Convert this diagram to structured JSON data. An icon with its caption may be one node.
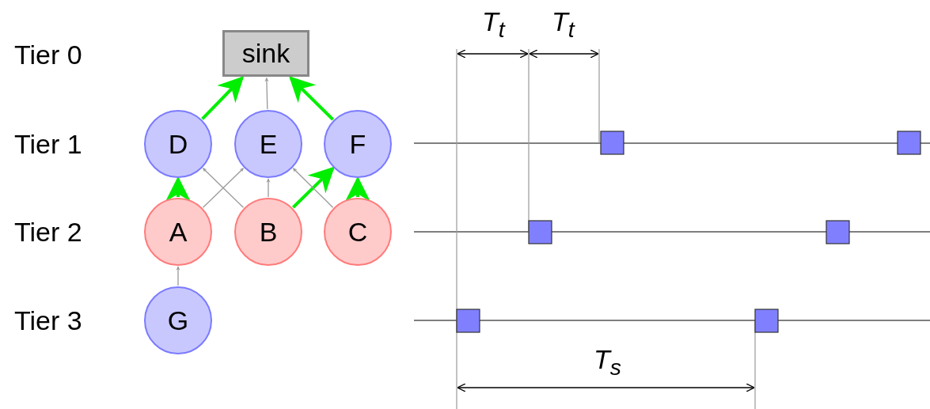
{
  "diagram": {
    "nodes": [
      {
        "text": [
          "sink"
        ]
      },
      {
        "text": [
          "D"
        ]
      },
      {
        "text": [
          "E"
        ]
      },
      {
        "text": [
          "F"
        ]
      },
      {
        "text": [
          "A"
        ]
      },
      {
        "text": [
          "B"
        ]
      },
      {
        "text": [
          "C"
        ]
      },
      {
        "text": [
          "G"
        ]
      }
    ],
    "edges": [
      {
        "from": 1,
        "to": 0,
        "arrow": "to",
        "style": "thick",
        "color": "#00ee00"
      },
      {
        "from": 2,
        "to": 0,
        "arrow": "to"
      },
      {
        "from": 3,
        "to": 0,
        "arrow": "to",
        "style": "thick",
        "color": "#00ee00"
      },
      {
        "from": 4,
        "to": 1,
        "arrow": "to",
        "style": "thick",
        "color": "#00ee00"
      },
      {
        "from": 4,
        "to": 2,
        "arrow": "to"
      },
      {
        "from": 5,
        "to": 1,
        "arrow": "to"
      },
      {
        "from": 5,
        "to": 2,
        "arrow": "to"
      },
      {
        "from": 5,
        "to": 3,
        "arrow": "to",
        "style": "thick",
        "color": "#00ee00"
      },
      {
        "from": 6,
        "to": 2,
        "arrow": "to"
      },
      {
        "from": 6,
        "to": 3,
        "arrow": "to",
        "style": "thick",
        "color": "#00ee00"
      },
      {
        "from": 7,
        "to": 4,
        "arrow": "to"
      }
    ],
    "labels": [
      "Tier 0",
      "T$_{t}$",
      "T$_{t}$",
      "Tier 1",
      "Tier 2",
      "Tier 3",
      "T$_{s}$"
    ]
  }
}
